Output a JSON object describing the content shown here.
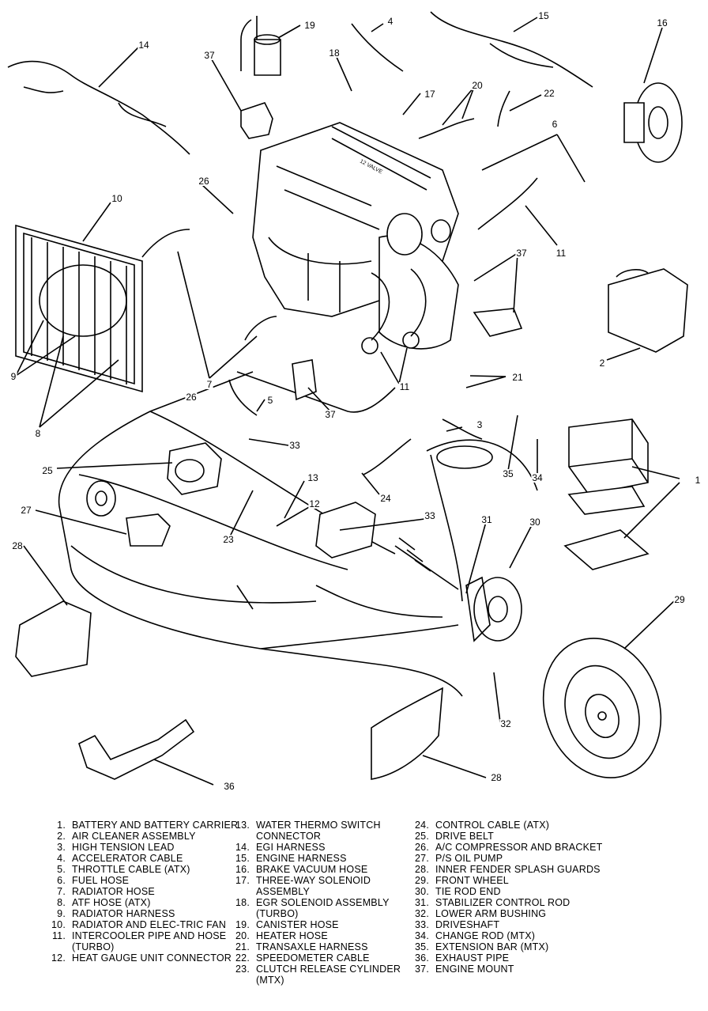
{
  "callouts": [
    "1",
    "2",
    "3",
    "4",
    "5",
    "6",
    "7",
    "8",
    "9",
    "10",
    "11",
    "12",
    "13",
    "14",
    "15",
    "16",
    "17",
    "18",
    "19",
    "20",
    "21",
    "22",
    "23",
    "24",
    "25",
    "26",
    "27",
    "28",
    "29",
    "30",
    "31",
    "32",
    "33",
    "34",
    "35",
    "36",
    "37"
  ],
  "legend": [
    {
      "n": "1.",
      "t": "BATTERY AND BATTERY CARRIER"
    },
    {
      "n": "2.",
      "t": "AIR CLEANER ASSEMBLY"
    },
    {
      "n": "3.",
      "t": "HIGH TENSION LEAD"
    },
    {
      "n": "4.",
      "t": "ACCELERATOR CABLE"
    },
    {
      "n": "5.",
      "t": "THROTTLE CABLE (ATX)"
    },
    {
      "n": "6.",
      "t": "FUEL HOSE"
    },
    {
      "n": "7.",
      "t": "RADIATOR HOSE"
    },
    {
      "n": "8.",
      "t": "ATF HOSE (ATX)"
    },
    {
      "n": "9.",
      "t": "RADIATOR HARNESS"
    },
    {
      "n": "10.",
      "t": "RADIATOR AND ELEC-TRIC FAN"
    },
    {
      "n": "11.",
      "t": "INTERCOOLER PIPE AND HOSE (TURBO)"
    },
    {
      "n": "12.",
      "t": "HEAT GAUGE UNIT CONNECTOR"
    },
    {
      "n": "13.",
      "t": "WATER THERMO SWITCH CONNECTOR"
    },
    {
      "n": "14.",
      "t": "EGI HARNESS"
    },
    {
      "n": "15.",
      "t": "ENGINE HARNESS"
    },
    {
      "n": "16.",
      "t": "BRAKE VACUUM HOSE"
    },
    {
      "n": "17.",
      "t": "THREE-WAY SOLENOID ASSEMBLY"
    },
    {
      "n": "18.",
      "t": "EGR SOLENOID ASSEMBLY (TURBO)"
    },
    {
      "n": "19.",
      "t": "CANISTER HOSE"
    },
    {
      "n": "20.",
      "t": "HEATER HOSE"
    },
    {
      "n": "21.",
      "t": "TRANSAXLE HARNESS"
    },
    {
      "n": "22.",
      "t": "SPEEDOMETER CABLE"
    },
    {
      "n": "23.",
      "t": "CLUTCH RELEASE CYLINDER (MTX)"
    },
    {
      "n": "24.",
      "t": "CONTROL CABLE (ATX)"
    },
    {
      "n": "25.",
      "t": "DRIVE BELT"
    },
    {
      "n": "26.",
      "t": "A/C COMPRESSOR AND BRACKET"
    },
    {
      "n": "27.",
      "t": "P/S OIL PUMP"
    },
    {
      "n": "28.",
      "t": "INNER FENDER SPLASH GUARDS"
    },
    {
      "n": "29.",
      "t": "FRONT WHEEL"
    },
    {
      "n": "30.",
      "t": "TIE ROD END"
    },
    {
      "n": "31.",
      "t": "STABILIZER CONTROL ROD"
    },
    {
      "n": "32.",
      "t": "LOWER ARM BUSHING"
    },
    {
      "n": "33.",
      "t": "DRIVESHAFT"
    },
    {
      "n": "34.",
      "t": "CHANGE ROD (MTX)"
    },
    {
      "n": "35.",
      "t": "EXTENSION BAR (MTX)"
    },
    {
      "n": "36.",
      "t": "EXHAUST PIPE"
    },
    {
      "n": "37.",
      "t": "ENGINE MOUNT"
    }
  ],
  "engine_marking": "12 VALVE"
}
